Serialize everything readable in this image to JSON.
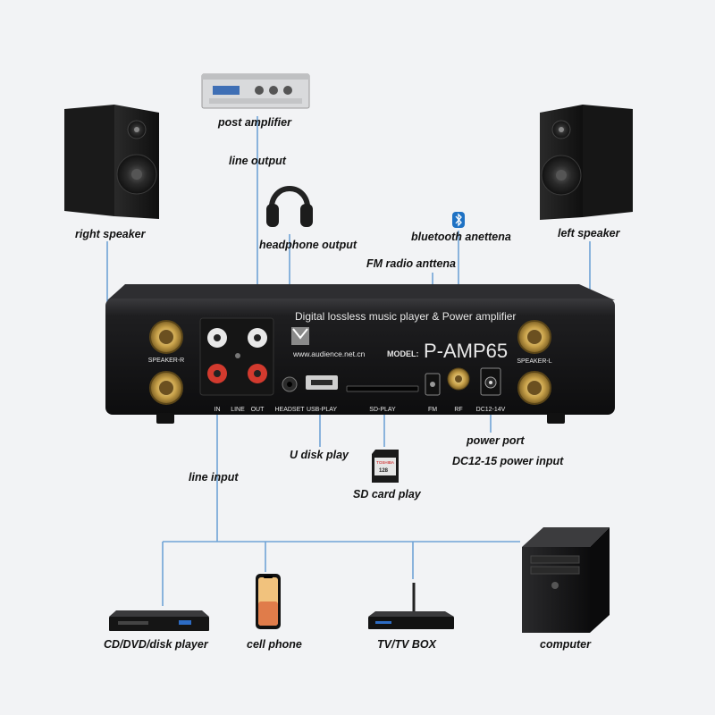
{
  "labels": {
    "post_amplifier": "post amplifier",
    "line_output": "line output",
    "headphone_output": "headphone output",
    "bluetooth_antenna": "bluetooth anettena",
    "fm_radio_antenna": "FM radio anttena",
    "right_speaker": "right speaker",
    "left_speaker": "left speaker",
    "u_disk_play": "U disk play",
    "power_port": "power port",
    "dc_power_input": "DC12-15 power input",
    "line_input": "line input",
    "sd_card_play": "SD card play",
    "cd_player": "CD/DVD/disk player",
    "cell_phone": "cell phone",
    "tv_box": "TV/TV BOX",
    "computer": "computer"
  },
  "panel": {
    "headline": "Digital lossless music player & Power amplifier",
    "website": "www.audience.net.cn",
    "model_prefix": "MODEL:",
    "model": "P-AMP65",
    "speaker_r": "SPEAKER-R",
    "speaker_l": "SPEAKER-L",
    "in": "IN",
    "line": "LINE",
    "out": "OUT",
    "headset": "HEADSET",
    "usb_play": "USB-PLAY",
    "sd_play": "SD-PLAY",
    "fm": "FM",
    "rf": "RF",
    "dc": "DC12-14V"
  },
  "sdcard": {
    "brand": "TOSHIBA",
    "capacity": "128"
  },
  "colors": {
    "background": "#f2f3f5",
    "line": "#6fa3d6",
    "device_body": "#1c1c1e",
    "gold": "#c9a24a"
  }
}
